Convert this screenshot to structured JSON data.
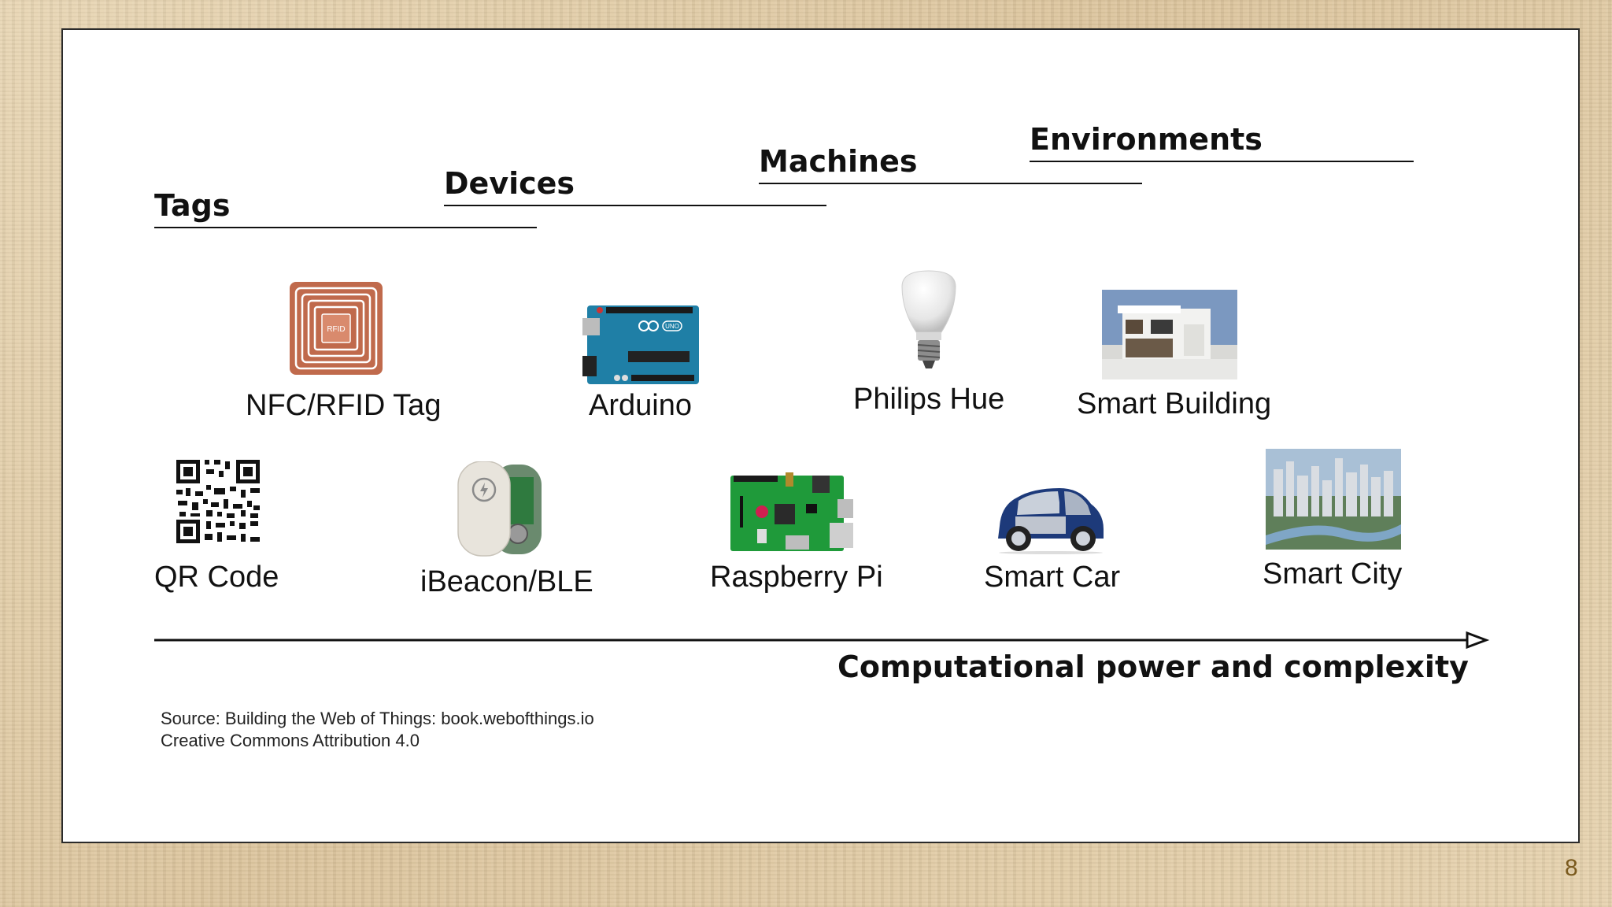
{
  "categories": {
    "tags": "Tags",
    "devices": "Devices",
    "machines": "Machines",
    "environments": "Environments"
  },
  "items": {
    "nfc_rfid_tag": "NFC/RFID Tag",
    "rfid_badge_text": "RFID",
    "arduino": "Arduino",
    "arduino_badge_text": "UNO",
    "philips_hue": "Philips  Hue",
    "smart_building": "Smart Building",
    "qr_code": "QR Code",
    "ibeacon_ble": "iBeacon/BLE",
    "raspberry_pi": "Raspberry Pi",
    "smart_car": "Smart Car",
    "smart_city": "Smart City"
  },
  "axis": {
    "caption": "Computational power and complexity"
  },
  "source": {
    "line1": "Source: Building the Web of Things: book.webofthings.io",
    "line2": "Creative Commons Attribution 4.0"
  },
  "page_number": "8",
  "colors": {
    "rfid_copper": "#c06a4c",
    "arduino_blue": "#1f7fa6",
    "raspberry_green": "#1f9a3a",
    "car_blue": "#1d3a7a"
  }
}
